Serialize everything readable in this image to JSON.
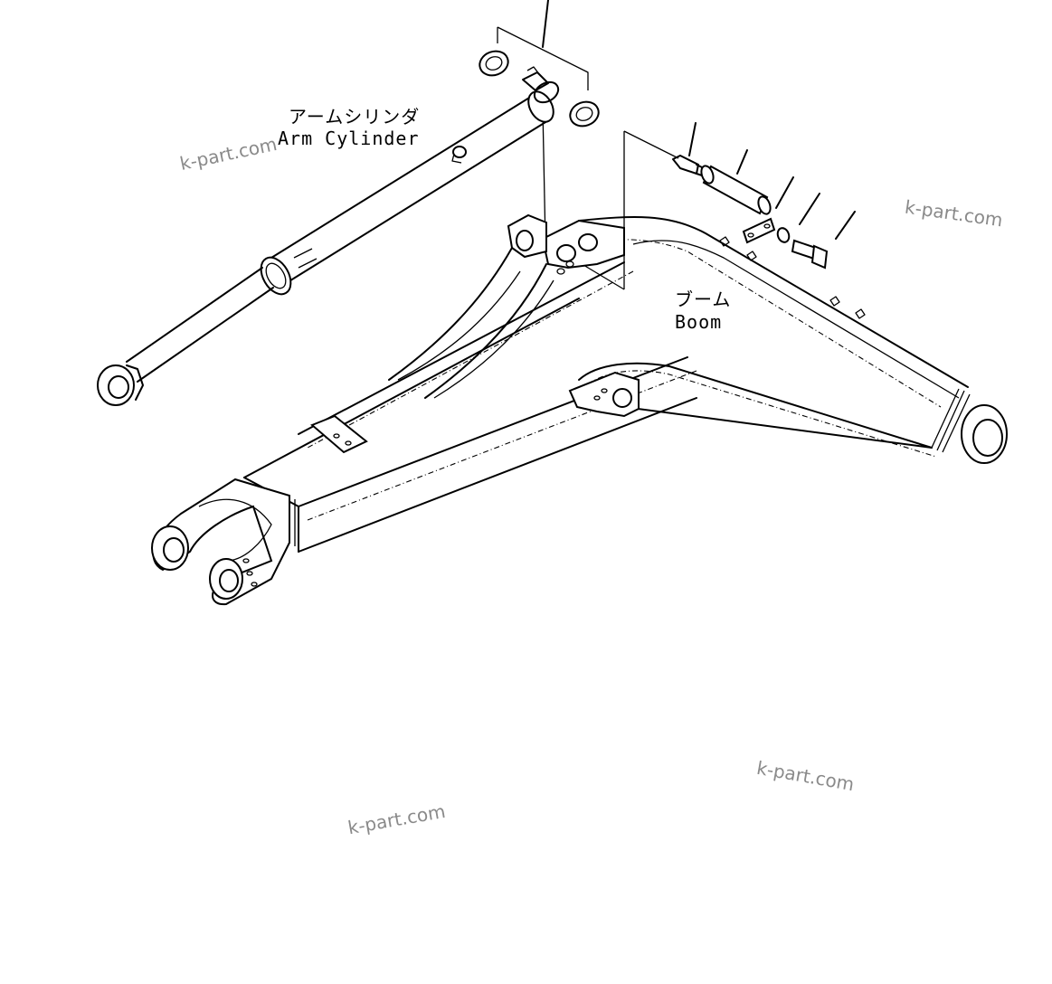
{
  "labels": {
    "arm_cylinder_jp": "アームシリンダ",
    "arm_cylinder_en": "Arm Cylinder",
    "boom_jp": "ブーム",
    "boom_en": "Boom"
  },
  "watermarks": [
    "k-part.com",
    "k-part.com",
    "k-part.com",
    "k-part.com"
  ],
  "colors": {
    "line": "#000000",
    "background": "#ffffff",
    "watermark": "#8a8a8a"
  }
}
